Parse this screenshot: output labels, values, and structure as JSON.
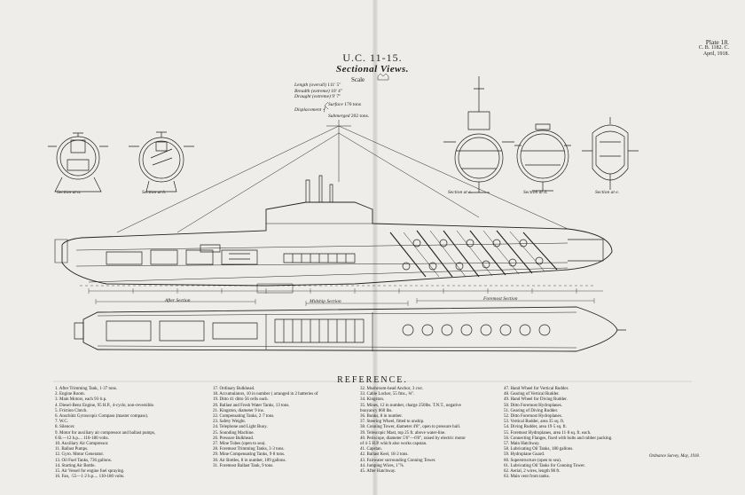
{
  "plate": {
    "number": "Plate 18.",
    "code": "C. B. 1182. C.",
    "date": "April, 1918."
  },
  "title": "U.C. 11-15.",
  "subtitle": "Sectional Views.",
  "scale_label": "Scale",
  "specs": {
    "length_label": "Length (overall)",
    "length_value": "111' 5\"",
    "breadth_label": "Breadth (extreme)",
    "breadth_value": "10' 4\"",
    "draught_label": "Draught (extreme)",
    "draught_value": "9' 7\"",
    "displacement_label": "Displacement",
    "surface_label": "Surface",
    "surface_value": "170 tons",
    "submerged_label": "Submerged",
    "submerged_value": "202 tons."
  },
  "sections": {
    "a_left": "Section at a.",
    "b_left": "Section at b.",
    "c_right": "Section at c.",
    "d_right": "Section at d.",
    "e_right": "Section at e."
  },
  "hull_sections": {
    "after": "After Section",
    "midship": "Midship Section",
    "foremost": "Foremost Section"
  },
  "reference_title": "REFERENCE.",
  "reference": {
    "col1": [
      "1.  After Trimming Tank, 1·37 tons.",
      "2.  Engine Room.",
      "3.  Main Motors, each 93·b.p.",
      "4.  Diesel-Benz Engine, 95 H.P., 4-cycle, non-reversible.",
      "5.  Friction Clutch.",
      "6.  Anschütz Gyroscopic Compass (master compass).",
      "7.  W.C.",
      "8.  Silencer.",
      "9.  Motor for auxiliary air compressor and ballast pumps,",
      "     6 B.—12 b.p.... 110-180 volts.",
      "10. Auxiliary Air Compressor.",
      "11. Ballast Pumps.",
      "12. Gyro. Motor Generator.",
      "13. Oil Fuel Tanks, 736 gallons.",
      "14. Starting Air Bottle.",
      "15. Air Vessel for engine fuel spraying.",
      "16. Fan, ·55—1·2 b.p.... 110-180 volts."
    ],
    "col2": [
      "17. Ordinary Bulkhead.",
      "18. Accumulators, 10 in number ( arranged in 2 batteries of",
      "19.       Ditto      41      ditto         56 cells each.",
      "20. Ballast and Fresh Water Tanks, 13 tons.",
      "21. Kingston, diameter 9 ins.",
      "22. Compensating Tanks, 2·7 tons.",
      "23. Safety Weight.",
      "24. Telephone and Light Buoy.",
      "25. Sounding Machine.",
      "26. Pressure Bulkhead.",
      "27. Mine Tubes (open to sea).",
      "28. Foremost Trimming Tanks, 3·3 tons.",
      "29. Mine Compensating Tanks, 9·8 tons.",
      "30. Air Bottles, 8 in number, 109 gallons.",
      "31. Foremost Ballast Tank, 9 tons."
    ],
    "col3": [
      "32. Mushroom-head Anchor, 3 cwt.",
      "33. Cable Locker, 55 fms., ⅝\".",
      "34. Kingston.",
      "35. Mines, 12 in number, charge 250lbs. T.N.T., negative",
      "      buoyancy 860 lbs.",
      "36. Bunks, 8 in number.",
      "37. Steering Wheel, fitted to unship.",
      "38. Conning Tower, diameter 4'8\", open to pressure hull.",
      "39. Telescopic Mast, top 25 ft. above water-line.",
      "40. Periscope, diameter 5'6\"—6'8\", raised by electric motor",
      "      of 4·5 H.P. which also works capstan.",
      "41. Capstan.",
      "42. Ballast Keel, 18·2 tons.",
      "43. Fairwater surrounding Conning Tower.",
      "44. Jumping Wires, 1\"⅞.",
      "45. After Hatchway."
    ],
    "col4": [
      "47. Hand Wheel for Vertical Rudder.",
      "48. Gearing of Vertical Rudder.",
      "49. Hand Wheel for Diving Rudder.",
      "50.      Ditto      Foremost Hydroplanes.",
      "51. Gearing of Diving Rudder.",
      "52.      Ditto      Foremost Hydroplanes.",
      "53. Vertical Rudder, area 35 sq. ft.",
      "54. Diving Rudder, area 19·5 sq. ft.",
      "55. Foremost Hydroplanes, area 11·8 sq. ft. each.",
      "56. Connecting Flanges, fixed with bolts and rubber packing.",
      "57. Main Hatchway.",
      "58. Lubricating Oil Tanks, 180 gallons.",
      "59. Hydroplane Guard.",
      "60. Superstructure (open to sea).",
      "61. Lubricating Oil Tanks for Conning Tower.",
      "62. Aerial, 2 wires, length 98 ft.",
      "63. Main vent from tanks."
    ]
  },
  "footer": "Ordnance Survey, May, 1918."
}
